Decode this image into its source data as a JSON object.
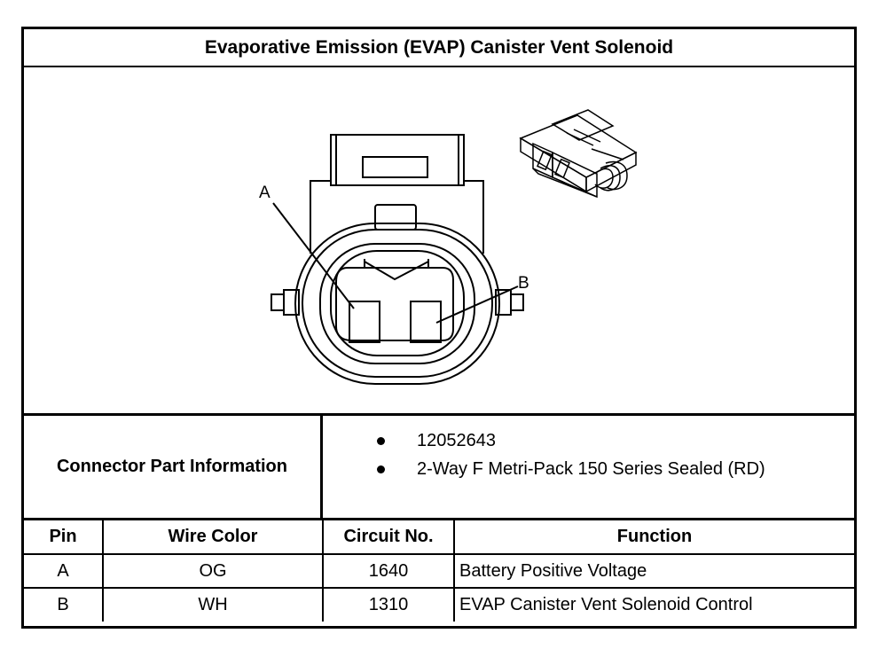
{
  "title": "Evaporative Emission (EVAP) Canister Vent Solenoid",
  "diagram": {
    "label_a": "A",
    "label_b": "B"
  },
  "connector": {
    "label": "Connector Part Information",
    "items": [
      "12052643",
      "2-Way F Metri-Pack 150 Series Sealed (RD)"
    ]
  },
  "table": {
    "headers": {
      "pin": "Pin",
      "wire_color": "Wire Color",
      "circuit": "Circuit No.",
      "function": "Function"
    },
    "rows": [
      {
        "pin": "A",
        "wire_color": "OG",
        "circuit": "1640",
        "function": "Battery Positive Voltage"
      },
      {
        "pin": "B",
        "wire_color": "WH",
        "circuit": "1310",
        "function": "EVAP Canister Vent Solenoid Control"
      }
    ]
  }
}
